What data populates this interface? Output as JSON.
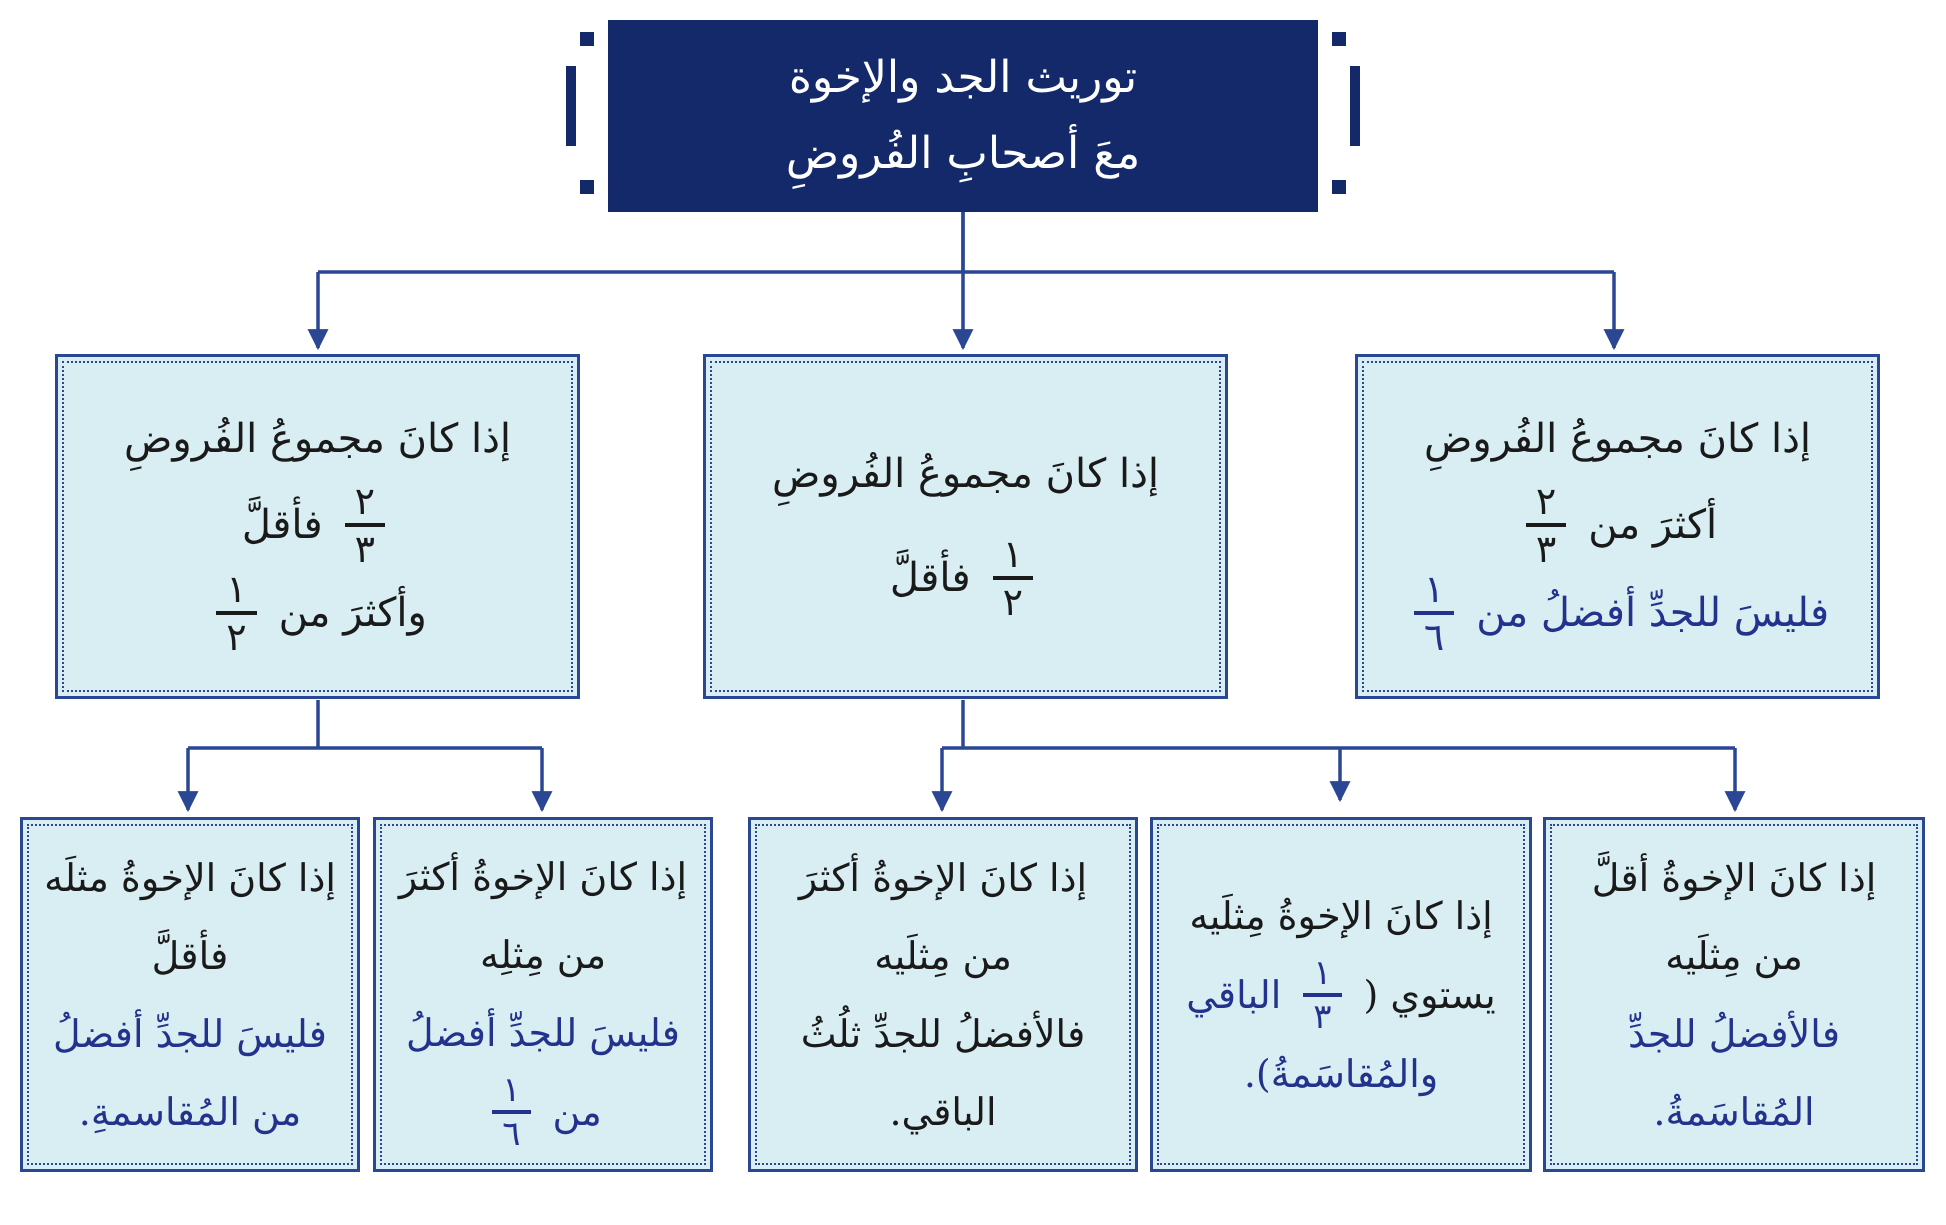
{
  "title": {
    "line1": "توريث الجد والإخوة",
    "line2": "معَ أصحابِ الفُروضِ"
  },
  "cases": {
    "right": {
      "line1": "إذا كانَ مجموعُ الفُروضِ",
      "line2_prefix": "أكثرَ من",
      "line2_num": "٢",
      "line2_den": "٣",
      "line3_prefix": "فليسَ للجدِّ أفضلُ من",
      "line3_num": "١",
      "line3_den": "٦"
    },
    "middle": {
      "line1": "إذا كانَ مجموعُ الفُروضِ",
      "line2_num": "١",
      "line2_den": "٢",
      "line2_suffix": "فأقلَّ"
    },
    "left": {
      "line1": "إذا كانَ مجموعُ الفُروضِ",
      "line2_num": "٢",
      "line2_den": "٣",
      "line2_suffix": "فأقلَّ",
      "line3_prefix": "وأكثرَ من",
      "line3_num": "١",
      "line3_den": "٢"
    }
  },
  "outcomes": {
    "b1": {
      "line1": "إذا كانَ الإخوةُ أقلَّ",
      "line2": "من مِثلَيه",
      "line3": "فالأفضلُ للجدِّ",
      "line4": "المُقاسَمةُ."
    },
    "b2": {
      "line1": "إذا كانَ الإخوةُ مِثلَيه",
      "line2_prefix": "يستوي (",
      "line2_num": "١",
      "line2_den": "٣",
      "line2_suffix": "الباقي",
      "line3": "والمُقاسَمةُ)."
    },
    "b3": {
      "line1": "إذا كانَ الإخوةُ أكثرَ",
      "line2": "من مِثلَيه",
      "line3": "فالأفضلُ للجدِّ ثلُثُ",
      "line4": "الباقي."
    },
    "b4": {
      "line1": "إذا كانَ الإخوةُ أكثرَ",
      "line2": "من مِثلِه",
      "line3": "فليسَ للجدِّ أفضلُ",
      "line4_prefix": "من",
      "line4_num": "١",
      "line4_den": "٦"
    },
    "b5": {
      "line1": "إذا كانَ الإخوةُ مثلَه",
      "line2": "فأقلَّ",
      "line3": "فليسَ للجدِّ أفضلُ",
      "line4": "من المُقاسمةِ."
    }
  }
}
